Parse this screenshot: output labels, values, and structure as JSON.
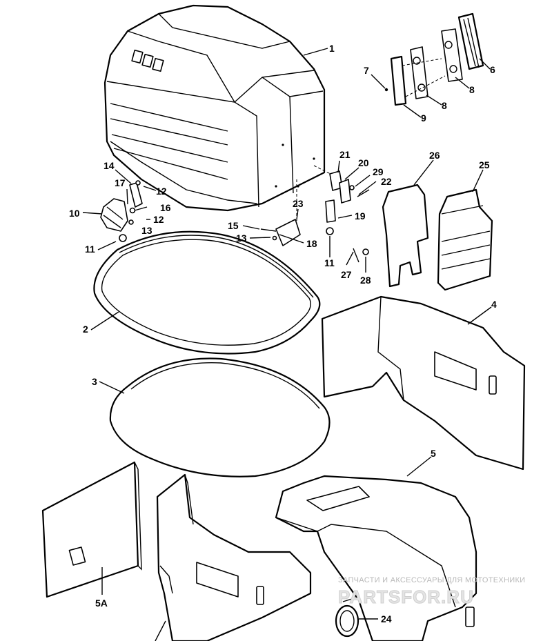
{
  "callouts": {
    "c1": "1",
    "c2": "2",
    "c3": "3",
    "c4": "4",
    "c5": "5",
    "c5a": "5A",
    "c6": "6",
    "c7": "7",
    "c8a": "8",
    "c8b": "8",
    "c9": "9",
    "c10": "10",
    "c11a": "11",
    "c11b": "11",
    "c12a": "12",
    "c12b": "12",
    "c13a": "13",
    "c13b": "13",
    "c14": "14",
    "c15": "15",
    "c16": "16",
    "c17": "17",
    "c18": "18",
    "c19": "19",
    "c20": "20",
    "c21": "21",
    "c22": "22",
    "c23": "23",
    "c24": "24",
    "c25": "25",
    "c26": "26",
    "c27": "27",
    "c28": "28",
    "c29": "29"
  },
  "watermark": {
    "caption": "ЗАПЧАСТИ И АКСЕССУАРЫ ДЛЯ МОТОТЕХНИКИ",
    "logo": "PARTSFOR.RU"
  }
}
